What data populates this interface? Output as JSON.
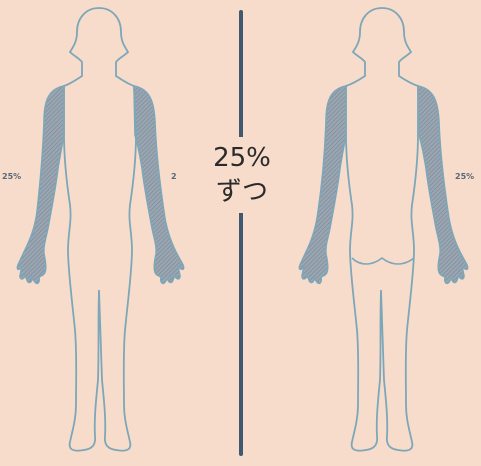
{
  "percentage_label": {
    "value": "25%",
    "suffix": "ずつ"
  },
  "side_labels": {
    "left": "25%",
    "left_partial": "2",
    "right": "25%"
  },
  "colors": {
    "background": "#f7dccb",
    "outline": "#7da7b8",
    "shade": "#8595a4",
    "divider": "#3f5a70"
  }
}
